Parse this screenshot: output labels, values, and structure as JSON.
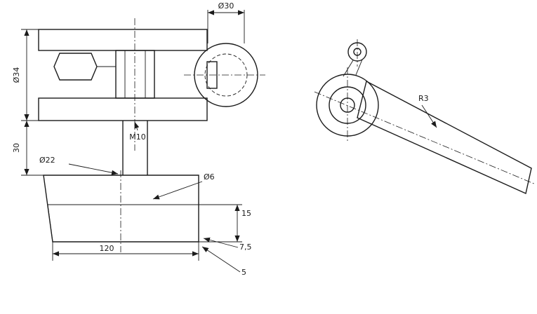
{
  "drawing": {
    "ink_color": "#1b1b1b",
    "labels": {
      "dim_top": "Ø30",
      "dim_left_upper": "Ø34",
      "dim_thread": "M10",
      "dim_left_lower": "30",
      "dim_neck": "Ø22",
      "dim_hole": "Ø6",
      "dim_base_height": "15",
      "dim_base_width": "120",
      "dim_chamfer_1": "7,5",
      "dim_chamfer_2": "5",
      "dim_radius": "R3"
    }
  }
}
